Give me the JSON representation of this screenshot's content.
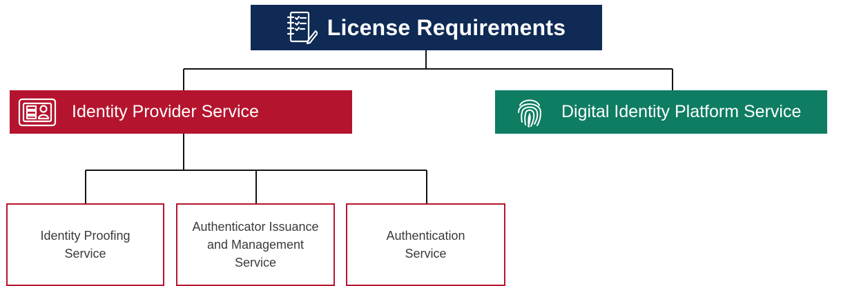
{
  "root": {
    "title": "License Requirements",
    "icon": "checklist-icon"
  },
  "nodes": [
    {
      "label": "Identity Provider Service",
      "icon": "id-card-icon",
      "color": "#b5142e"
    },
    {
      "label": "Digital Identity Platform Service",
      "icon": "fingerprint-icon",
      "color": "#0e7d62"
    }
  ],
  "children": [
    {
      "label": "Identity Proofing\nService"
    },
    {
      "label": "Authenticator Issuance\nand Management\nService"
    },
    {
      "label": "Authentication\nService"
    }
  ],
  "colors": {
    "navy": "#0e2a55",
    "red": "#b5142e",
    "green": "#0e7d62",
    "line": "#111111"
  }
}
